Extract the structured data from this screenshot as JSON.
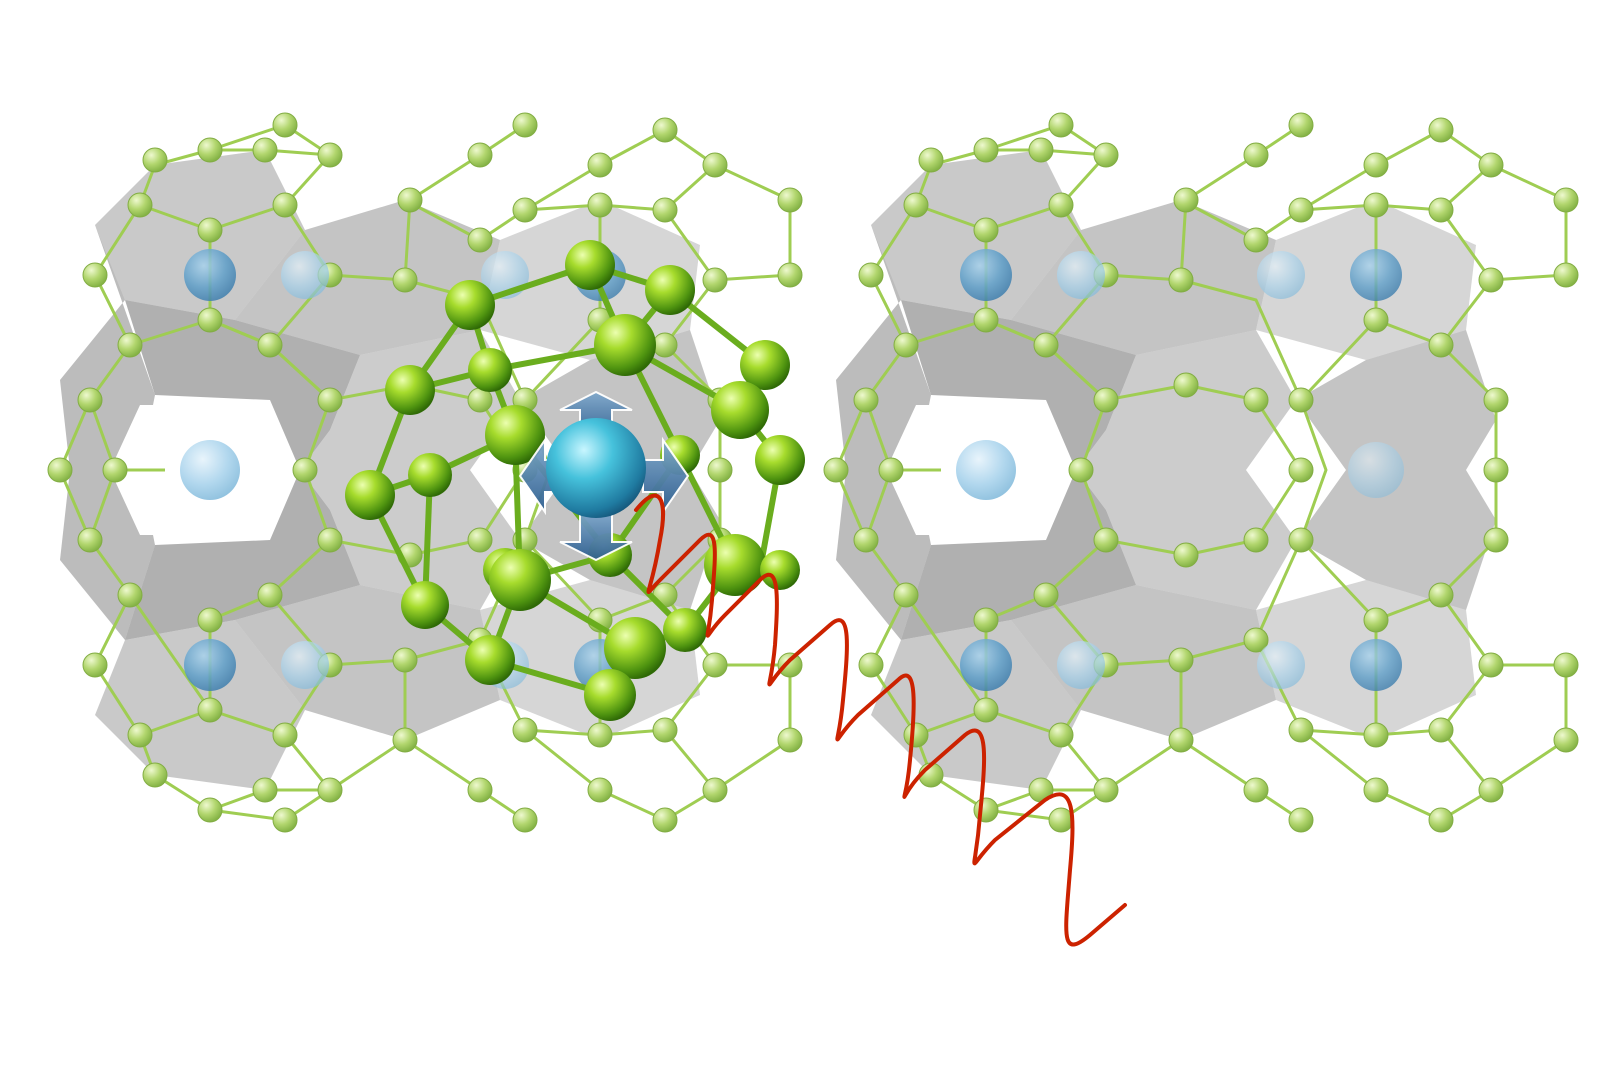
{
  "figure": {
    "kind": "clathrate-crystal-structure-illustration",
    "background_color": "#ffffff",
    "colors": {
      "framework_atom": "#a9cf63",
      "framework_atom_highlight": "#e4f5bb",
      "framework_bond": "#97c74a",
      "polyhedron_fill": "#9a9a9a",
      "polyhedron_dark": "#6e6e6e",
      "guest_atom": "#5f9fc9",
      "cage_atom": "#5fa71a",
      "cage_atom_highlight": "#d9f57a",
      "central_guest": "#38b3cf",
      "rattling_arrow": "#3d6f9e",
      "phonon_wave": "#cc2200"
    },
    "elements": {
      "framework": "host-framework",
      "open_channels": "open-channel",
      "guest_atoms": "guest-atom",
      "highlighted_cage": "dodecahedral-cage",
      "rattler": "rattling-guest-atom",
      "vibration_arrows": "vibration-arrow-icon",
      "wave": "phonon-wave"
    }
  }
}
